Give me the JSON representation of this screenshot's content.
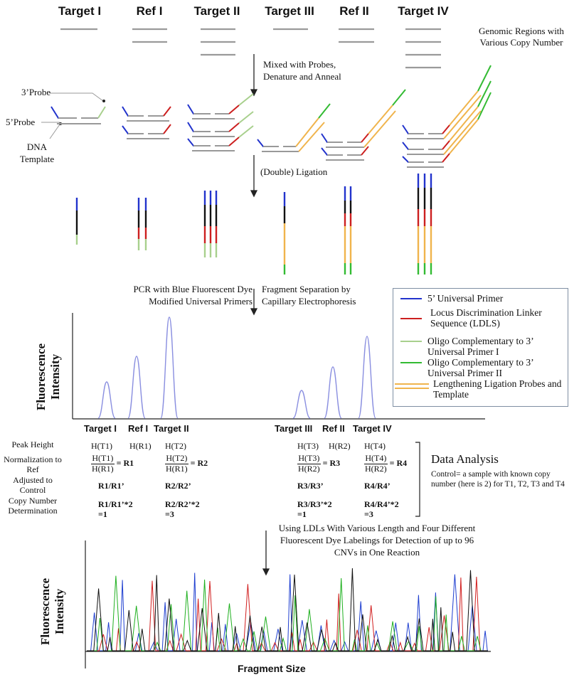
{
  "headers": [
    "Target I",
    "Ref I",
    "Target II",
    "Target III",
    "Ref II",
    "Target IV"
  ],
  "labels": {
    "genomic_regions": "Genomic Regions with Various Copy Number",
    "mixed": "Mixed with Probes, Denature and  Anneal",
    "probe3": "3’Probe",
    "probe5": "5’Probe",
    "dna_template": "DNA Template",
    "ligation": "(Double) Ligation",
    "pcr": "PCR with Blue Fluorescent Dye Modified Universal Primers",
    "separation": "Fragment Separation by Capillary Electrophoresis",
    "fluor_intensity": "Fluorescence Intensity",
    "fluor_intensity2": "Fluorescence Intensity",
    "fragment_size": "Fragment Size",
    "ldl_note": "Using LDLs With Various Length and Four Different Fluorescent Dye Labelings for Detection of up to 96 CNVs in One Reaction"
  },
  "legend": [
    {
      "color": "#2233cc",
      "text": "5’ Universal Primer"
    },
    {
      "color": "#cc1f1f",
      "text": "Locus Discrimination Linker Sequence (LDLS)"
    },
    {
      "color": "#a8d08d",
      "text": "Oligo Complementary to 3’ Universal Primer I"
    },
    {
      "color": "#33bb33",
      "text": "Oligo Complementary to 3’ Universal Primer II"
    },
    {
      "color": "#f0b44c",
      "text": "Lengthening Ligation Probes and Template"
    }
  ],
  "peak_labels": [
    "Target I",
    "Ref I",
    "Target II",
    "Target III",
    "Ref II",
    "Target IV"
  ],
  "analysis": {
    "row_labels": [
      "Peak Height",
      "Normalization to Ref",
      "Adjusted to Control",
      "Copy Number Determination"
    ],
    "heights": [
      "H(T1)",
      "H(R1)",
      "H(T2)",
      "H(T3)",
      "H(R2)",
      "H(T4)"
    ],
    "norm": [
      {
        "num": "H(T1)",
        "den": "H(R1)",
        "res": "= R1"
      },
      {
        "num": "H(T2)",
        "den": "H(R1)",
        "res": "= R2"
      },
      {
        "num": "H(T3)",
        "den": "H(R2)",
        "res": "= R3"
      },
      {
        "num": "H(T4)",
        "den": "H(R2)",
        "res": "= R4"
      }
    ],
    "adjusted": [
      "R1/R1’",
      "R2/R2’",
      "R3/R3’",
      "R4/R4’"
    ],
    "copy_formula": [
      "R1/R1’*2",
      "R2/R2’*2",
      "R3/R3’*2",
      "R4/R4’*2"
    ],
    "copy_result": [
      "=1",
      "=3",
      "=1",
      "=3"
    ],
    "title": "Data Analysis",
    "control_note": "Control= a sample with known copy number (here is 2) for T1, T2, T3 and T4"
  },
  "colors": {
    "blue": "#2233cc",
    "red": "#cc1f1f",
    "lightgreen": "#a8d08d",
    "green": "#33bb33",
    "orange": "#f0b44c",
    "peak": "#8a8fe0",
    "gray": "#9a9a9a"
  }
}
